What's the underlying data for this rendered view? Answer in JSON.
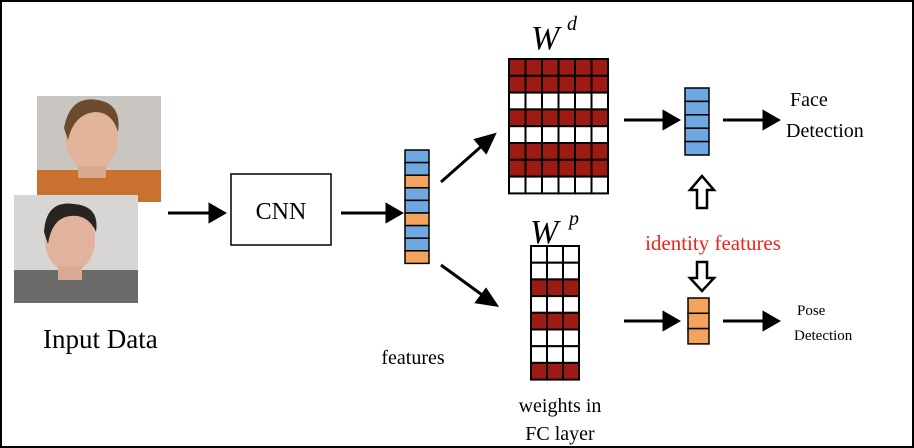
{
  "input": {
    "label": "Input Data",
    "images": [
      "face-photo-1",
      "face-photo-2"
    ]
  },
  "cnn": {
    "label": "CNN"
  },
  "features": {
    "label": "features",
    "cells": [
      "blue",
      "blue",
      "orange",
      "blue",
      "blue",
      "orange",
      "blue",
      "blue",
      "orange"
    ]
  },
  "weights_d": {
    "symbol": "W",
    "superscript": "d",
    "rows": [
      "red",
      "red",
      "white",
      "red",
      "white",
      "red",
      "red",
      "white"
    ],
    "cols": 6
  },
  "weights_p": {
    "symbol": "W",
    "superscript": "p",
    "caption_line1": "weights in",
    "caption_line2": "FC layer",
    "rows": [
      "white",
      "white",
      "red",
      "white",
      "red",
      "white",
      "white",
      "red"
    ],
    "cols": 3
  },
  "face_output": {
    "cells": [
      "blue",
      "blue",
      "blue",
      "blue",
      "blue"
    ],
    "label_line1": "Face",
    "label_line2": "Detection"
  },
  "pose_output": {
    "cells": [
      "orange",
      "orange",
      "orange"
    ],
    "label_line1": "Pose",
    "label_line2": "Detection"
  },
  "identity_label": "identity features",
  "colors": {
    "blue": "#6fa8e0",
    "orange": "#f4a35c",
    "red": "#9e1b14",
    "white": "#ffffff",
    "identity_text": "#e8241c",
    "border": "#000000"
  }
}
